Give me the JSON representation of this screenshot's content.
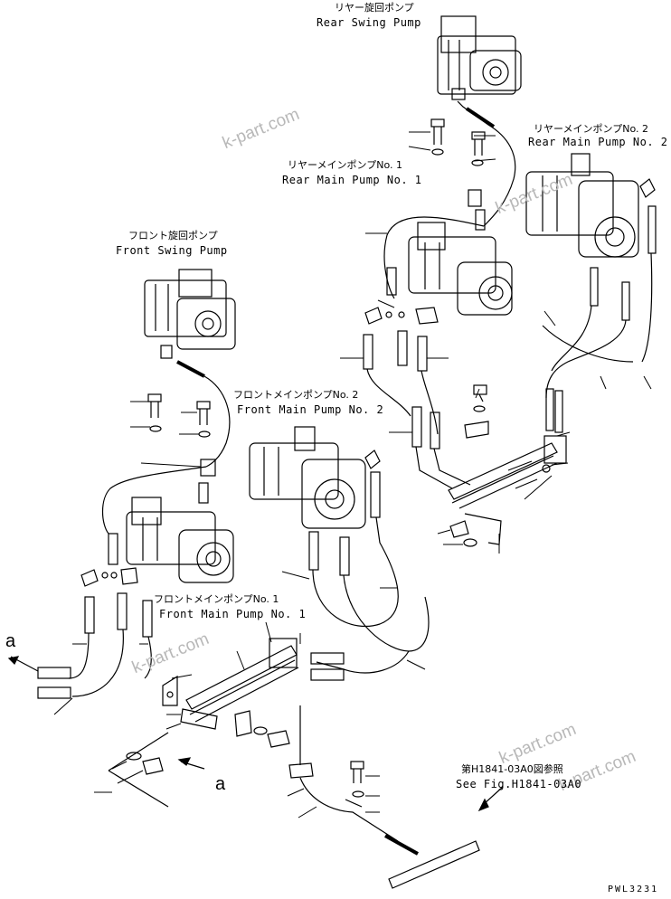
{
  "labels": {
    "rear_swing_jp": "リヤー旋回ポンプ",
    "rear_swing_en": "Rear Swing Pump",
    "rear_main2_jp": "リヤーメインポンプNo. 2",
    "rear_main2_en": "Rear Main Pump No. 2",
    "rear_main1_jp": "リヤーメインポンプNo. 1",
    "rear_main1_en": "Rear Main Pump No. 1",
    "front_swing_jp": "フロント旋回ポンプ",
    "front_swing_en": "Front Swing Pump",
    "front_main2_jp": "フロントメインポンプNo. 2",
    "front_main2_en": "Front Main Pump No. 2",
    "front_main1_jp": "フロントメインポンプNo. 1",
    "front_main1_en": "Front Main Pump No. 1",
    "see_fig_jp": "第H1841-03A0図参照",
    "see_fig_en": "See Fig.H1841-03A0",
    "marker_a_top": "a",
    "marker_a_bottom": "a",
    "drawing_code": "PWL3231"
  },
  "watermarks": [
    "k-part.com",
    "k-part.com",
    "k-part.com",
    "k-part.com",
    "k-part.com"
  ],
  "colors": {
    "line": "#000000",
    "watermark": "#b8b8b8"
  }
}
